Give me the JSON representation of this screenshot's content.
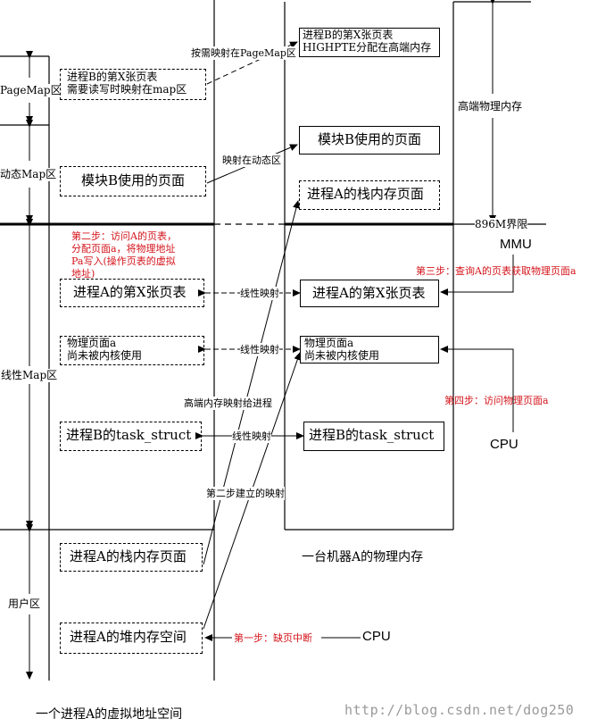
{
  "virtual_space": {
    "title": "一个进程A的虚拟地址空间",
    "regions": {
      "pagemap": "PageMap区",
      "dynmap": "动态Map区",
      "linear": "线性Map区",
      "user": "用户区"
    },
    "boxes": {
      "b_pagetable_x": "进程B的第X张页表\n需要读写时映射在map区",
      "module_b": "模块B使用的页面",
      "a_pagetable_x": "进程A的第X张页表",
      "phys_page_a": "物理页面a\n尚未被内核使用",
      "b_task": "进程B的task_struct",
      "a_stack": "进程A的栈内存页面",
      "a_heap": "进程A的堆内存空间"
    }
  },
  "physical_memory": {
    "title": "一台机器A的物理内存",
    "highmem_label": "高端物理内存",
    "limit_label": "896M界限",
    "boxes": {
      "b_pagetable_x": "进程B的第X张页表\nHIGHPTE分配在高端内存",
      "module_b": "模块B使用的页面",
      "a_stack": "进程A的栈内存页面",
      "a_pagetable_x": "进程A的第X张页表",
      "phys_page_a": "物理页面a\n尚未被内核使用",
      "b_task": "进程B的task_struct"
    }
  },
  "arrow_labels": {
    "on_demand": "按需映射在PageMap区",
    "dynamic": "映射在动态区",
    "linear1": "线性映射",
    "linear2": "线性映射",
    "linear3": "线性映射",
    "high_to_proc": "高端内存映射给进程",
    "step2_map": "第二步建立的映射"
  },
  "units": {
    "mmu": "MMU",
    "cpu_right": "CPU",
    "cpu_bottom": "CPU"
  },
  "steps": {
    "step1": "第一步：缺页中断",
    "step2": "第二步：访问A的页表，\n分配页面a，将物理地址\nPa写入(操作页表的虚拟\n地址)",
    "step3": "第三步：查询A的页表获取物理页面a",
    "step4": "第四步：访问物理页面a"
  },
  "watermark": "http://blog.csdn.net/dog250",
  "colors": {
    "step_text": "#d4141b"
  }
}
